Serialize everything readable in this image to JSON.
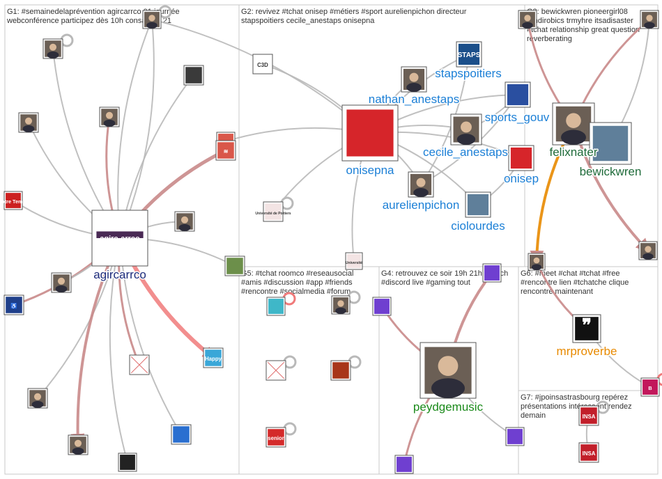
{
  "colors": {
    "edge_gray": "#b9b9b9",
    "edge_red": "#c98a8a",
    "edge_pink": "#f07a7a",
    "label_blue": "#1b7fd6",
    "label_navy": "#1c2a7a",
    "label_green": "#1a8a1a",
    "label_darkgreen": "#1f6b3a",
    "label_orange": "#e88a00"
  },
  "groups": [
    {
      "id": "G1",
      "lines": [
        "G1: #semainedelaprévention agircarrco 01 journée",
        "webconférence participez dès 10h consacrée 21"
      ]
    },
    {
      "id": "G2",
      "lines": [
        "G2: revivez #tchat onisep #métiers #sport aurelienpichon directeur",
        "stapspoitiers cecile_anestaps onisepna"
      ]
    },
    {
      "id": "G3",
      "lines": [
        "G3: bewickwren pioneergirl08",
        "randirobics trmyhre itsadisaster",
        "#tchat relationship great question",
        "reverberating"
      ]
    },
    {
      "id": "G4",
      "lines": [
        "G4: retrouvez ce soir 19h 21h #twitch",
        "#discord live #gaming tout"
      ]
    },
    {
      "id": "G5",
      "lines": [
        "G5: #tchat roomco #reseausocial",
        "#amis #discussion #app #friends",
        "#rencontre #socialmedia #forum"
      ]
    },
    {
      "id": "G6",
      "lines": [
        "G6: #meet #chat #tchat #free",
        "#rencontre lien #tchatche clique",
        "rencontre maintenant"
      ]
    },
    {
      "id": "G7",
      "lines": [
        "G7: #jpoinsastrasbourg repérez",
        "présentations intéressent rendez",
        "demain"
      ]
    }
  ],
  "nodes": [
    {
      "id": "agircarrco",
      "label": "agircarrco",
      "label_color": "navy",
      "icon": "agirc-arrco-logo",
      "text": "agirc-arrco"
    },
    {
      "id": "onisepna",
      "label": "onisepna",
      "label_color": "blue",
      "icon": "onisep-nouvelle-aquitaine-logo",
      "text": ""
    },
    {
      "id": "stapspoitiers",
      "label": "stapspoitiers",
      "label_color": "blue",
      "icon": "staps-poitiers-logo",
      "text": "STAPS"
    },
    {
      "id": "nathan_anestaps",
      "label": "nathan_anestaps",
      "label_color": "blue",
      "icon": "avatar-photo",
      "text": ""
    },
    {
      "id": "sports_gouv",
      "label": "sports_gouv",
      "label_color": "blue",
      "icon": "marianne-logo",
      "text": ""
    },
    {
      "id": "cecile_anestaps",
      "label": "cecile_anestaps",
      "label_color": "blue",
      "icon": "avatar-photo",
      "text": ""
    },
    {
      "id": "onisep",
      "label": "onisep",
      "label_color": "blue",
      "icon": "onisep-logo",
      "text": ""
    },
    {
      "id": "aurelienpichon",
      "label": "aurelienpichon",
      "label_color": "blue",
      "icon": "avatar-photo",
      "text": ""
    },
    {
      "id": "ciolourdes",
      "label": "ciolourdes",
      "label_color": "blue",
      "icon": "landscape-photo",
      "text": ""
    },
    {
      "id": "felixnater",
      "label": "felixnater",
      "label_color": "darkgreen",
      "icon": "avatar-photo",
      "text": ""
    },
    {
      "id": "bewickwren",
      "label": "bewickwren",
      "label_color": "darkgreen",
      "icon": "landscape-photo",
      "text": ""
    },
    {
      "id": "peydgemusic",
      "label": "peydgemusic",
      "label_color": "green",
      "icon": "avatar-photo",
      "text": ""
    },
    {
      "id": "mrproverbe",
      "label": "mrproverbe",
      "label_color": "orange",
      "icon": "quote-icon",
      "text": "❞"
    },
    {
      "id": "c3d",
      "label": "",
      "icon": "c3d-logo",
      "text": "C3D"
    },
    {
      "id": "uni_poitiers",
      "label": "",
      "icon": "university-logo",
      "text": "Université de Poitiers"
    },
    {
      "id": "uni_2",
      "label": "",
      "icon": "university-logo",
      "text": "Université"
    },
    {
      "id": "notre_temps",
      "label": "",
      "icon": "notre-temps-logo",
      "text": "Notre Temps"
    },
    {
      "id": "accessibility",
      "label": "",
      "icon": "accessibility-icon",
      "text": "♿"
    },
    {
      "id": "happytal",
      "label": "",
      "icon": "happytal-logo",
      "text": "Happy"
    },
    {
      "id": "stack_a",
      "label": "",
      "icon": "stack-icon",
      "text": "≋"
    },
    {
      "id": "stack_b",
      "label": "",
      "icon": "stack-icon",
      "text": "≋"
    },
    {
      "id": "g1_broken",
      "label": "",
      "icon": "broken-image-icon",
      "text": ""
    },
    {
      "id": "g1_arrow",
      "label": "",
      "icon": "arrow-logo",
      "text": ""
    },
    {
      "id": "g1_diamond",
      "label": "",
      "icon": "diamond-logo",
      "text": ""
    },
    {
      "id": "g1_star",
      "label": "",
      "icon": "star-logo",
      "text": ""
    },
    {
      "id": "g1_flower",
      "label": "",
      "icon": "flower-photo",
      "text": ""
    },
    {
      "id": "g1_p1",
      "label": "",
      "icon": "avatar-photo",
      "text": ""
    },
    {
      "id": "g1_p2",
      "label": "",
      "icon": "avatar-photo",
      "text": ""
    },
    {
      "id": "g1_p3",
      "label": "",
      "icon": "avatar-photo",
      "text": ""
    },
    {
      "id": "g1_p4",
      "label": "",
      "icon": "avatar-photo",
      "text": ""
    },
    {
      "id": "g1_p5",
      "label": "",
      "icon": "avatar-photo",
      "text": ""
    },
    {
      "id": "g1_p6",
      "label": "",
      "icon": "avatar-photo",
      "text": ""
    },
    {
      "id": "g1_p7",
      "label": "",
      "icon": "avatar-photo",
      "text": ""
    },
    {
      "id": "g1_p8",
      "label": "",
      "icon": "avatar-photo",
      "text": ""
    },
    {
      "id": "g5_app",
      "label": "",
      "icon": "chat-app-icon",
      "text": ""
    },
    {
      "id": "g5_p1",
      "label": "",
      "icon": "avatar-photo",
      "text": ""
    },
    {
      "id": "g5_broken",
      "label": "",
      "icon": "broken-image-icon",
      "text": ""
    },
    {
      "id": "g5_fire",
      "label": "",
      "icon": "fire-photo",
      "text": ""
    },
    {
      "id": "g5_seniors",
      "label": "",
      "icon": "seniors-logo",
      "text": "senior"
    },
    {
      "id": "g4_twitch1",
      "label": "",
      "icon": "twitch-icon",
      "text": ""
    },
    {
      "id": "g4_twitch2",
      "label": "",
      "icon": "twitch-icon",
      "text": ""
    },
    {
      "id": "g4_twitch3",
      "label": "",
      "icon": "twitch-icon",
      "text": ""
    },
    {
      "id": "g4_twitch4",
      "label": "",
      "icon": "twitch-icon",
      "text": ""
    },
    {
      "id": "g3_p1",
      "label": "",
      "icon": "avatar-photo",
      "text": ""
    },
    {
      "id": "g3_p2",
      "label": "",
      "icon": "avatar-photo",
      "text": ""
    },
    {
      "id": "g3_p3",
      "label": "",
      "icon": "avatar-photo",
      "text": ""
    },
    {
      "id": "g6_p1",
      "label": "",
      "icon": "avatar-photo",
      "text": ""
    },
    {
      "id": "g6_b",
      "label": "",
      "icon": "b-logo",
      "text": "B"
    },
    {
      "id": "g7_insa1",
      "label": "",
      "icon": "insa-logo",
      "text": "INSA"
    },
    {
      "id": "g7_insa2",
      "label": "",
      "icon": "insa-logo",
      "text": "INSA"
    }
  ]
}
